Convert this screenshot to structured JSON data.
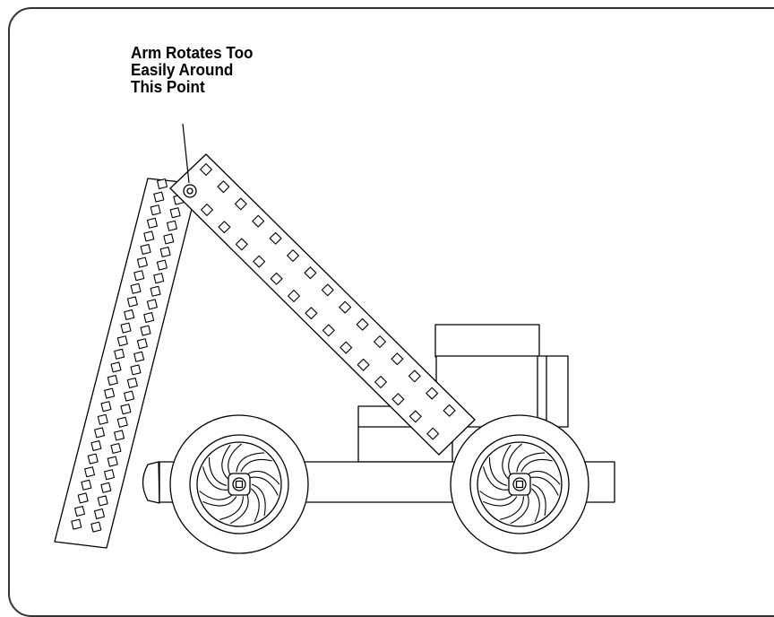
{
  "diagram": {
    "callout": {
      "lines": [
        "Arm Rotates Too",
        "Easily Around",
        "This Point"
      ]
    },
    "colors": {
      "stroke": "#000000",
      "frame": "#333333",
      "fill": "#ffffff"
    },
    "parts": [
      "frame",
      "vertical-beam",
      "diagonal-arm",
      "pivot-point",
      "leader-line",
      "tower-block",
      "chassis-rail",
      "left-wheel",
      "right-wheel",
      "bumper-cap"
    ]
  }
}
